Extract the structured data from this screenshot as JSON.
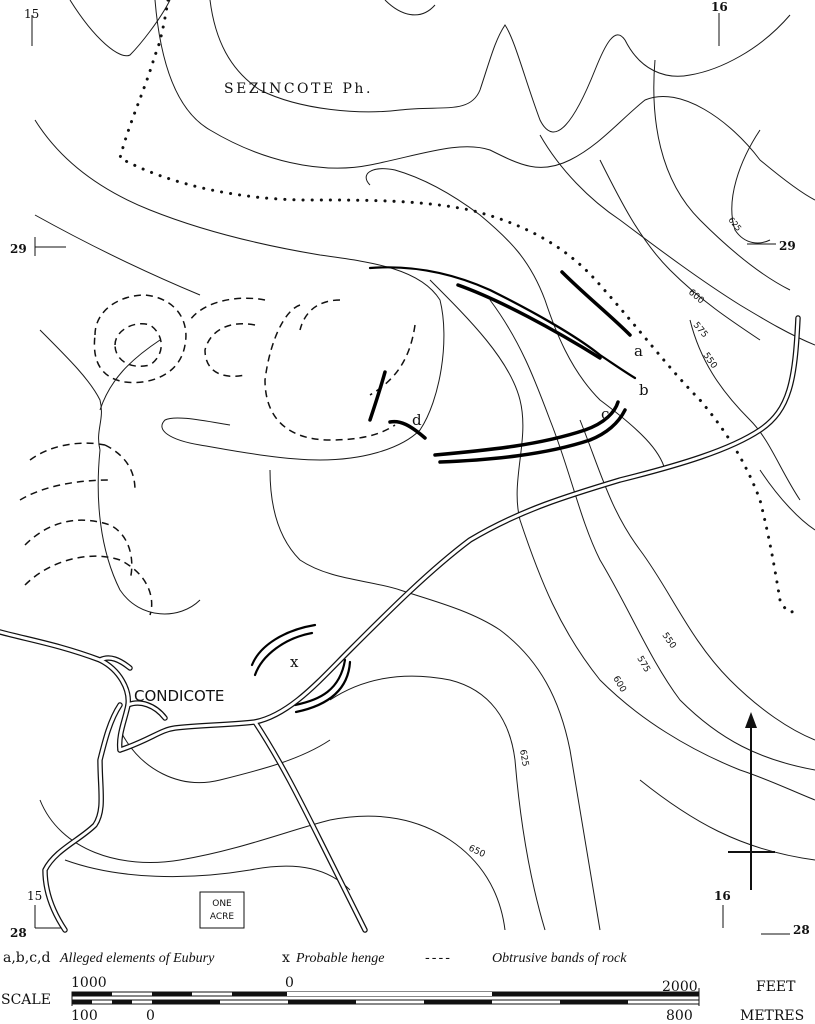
{
  "place_labels": {
    "sezincote": "SEZINCOTE Ph.",
    "condicote": "CONDICOTE",
    "one_acre_line1": "ONE",
    "one_acre_line2": "ACRE"
  },
  "grid_labels": {
    "top_left": "15",
    "top_right": "16",
    "left_29": "29",
    "right_29": "29",
    "bottom_left_15": "15",
    "bottom_left_28": "28",
    "bottom_right_16": "16",
    "bottom_right_28": "28"
  },
  "contour_labels": {
    "c625_top": "625",
    "c600_top": "600",
    "c575_top": "575",
    "c550_top": "550",
    "c550_mid": "550",
    "c575_mid": "575",
    "c600_mid": "600",
    "c625_mid": "625",
    "c650": "650"
  },
  "feature_labels": {
    "a": "a",
    "b": "b",
    "c": "c",
    "d": "d",
    "x": "x"
  },
  "legend": {
    "abcd_key": "a,b,c,d",
    "abcd_text": "Alleged elements of Eubury",
    "x_key": "x",
    "x_text": "Probable henge",
    "dash_key": "----",
    "dash_text": "Obtrusive bands of rock"
  },
  "scale": {
    "label": "SCALE",
    "feet_1000": "1000",
    "feet_0": "0",
    "feet_2000": "2000",
    "feet_unit": "FEET",
    "metres_100": "100",
    "metres_0": "0",
    "metres_800": "800",
    "metres_unit": "METRES"
  }
}
